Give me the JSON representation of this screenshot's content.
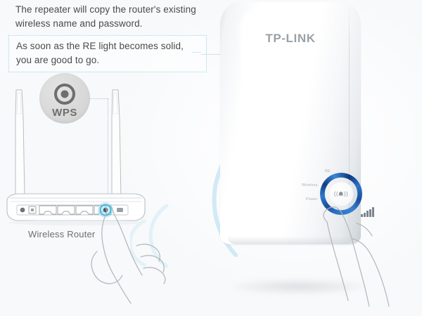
{
  "scene": {
    "type": "product-instruction-illustration",
    "brand": "TP-LINK",
    "background_color": "#ffffff"
  },
  "callouts": [
    {
      "id": "copy-credentials",
      "text": "The repeater will copy the router's existing wireless name and password.",
      "boxed": false,
      "border_color": ""
    },
    {
      "id": "re-light-solid",
      "text": "As soon as the RE light becomes solid, you are good to go.",
      "boxed": true,
      "border_color": "#9fd4e6"
    }
  ],
  "wps_badge": {
    "label": "WPS",
    "icon": "concentric-circles-icon",
    "badge_color": "#d9d9d9",
    "text_color": "#6e6e6e"
  },
  "router": {
    "label": "Wireless Router",
    "antenna_count": 2,
    "port_count": 5,
    "wps_button_highlight_color": "#5ec8e8"
  },
  "extender": {
    "logo_text": "TP-LINK",
    "logo_color": "#9aa1a7",
    "body_color": "#ffffff",
    "led_ring": {
      "ring_color": "#1f5fb0",
      "center_icon": "wifi-repeater-icon",
      "labels": [
        {
          "name": "RE",
          "text": "RE"
        },
        {
          "name": "Wireless",
          "text": "Wireless"
        },
        {
          "name": "Power",
          "text": "Power"
        }
      ]
    },
    "signal_bars": {
      "icon": "signal-strength-icon",
      "bar_count": 5
    }
  },
  "connectors": [
    {
      "id": "re-callout-to-led",
      "from": "re-light-callout",
      "to": "re-led",
      "style": "dotted",
      "color": "#b9c3c8"
    },
    {
      "id": "wps-badge-to-button",
      "from": "wps-badge",
      "to": "router-wps-button",
      "style": "dotted",
      "color": "#b9c3c8"
    }
  ],
  "wifi_waves": {
    "color": "#cfe9f5",
    "arc_count": 4
  },
  "hands": [
    {
      "id": "left-hand",
      "action": "pressing router WPS button"
    },
    {
      "id": "right-hand",
      "action": "pressing extender range extender button"
    }
  ]
}
